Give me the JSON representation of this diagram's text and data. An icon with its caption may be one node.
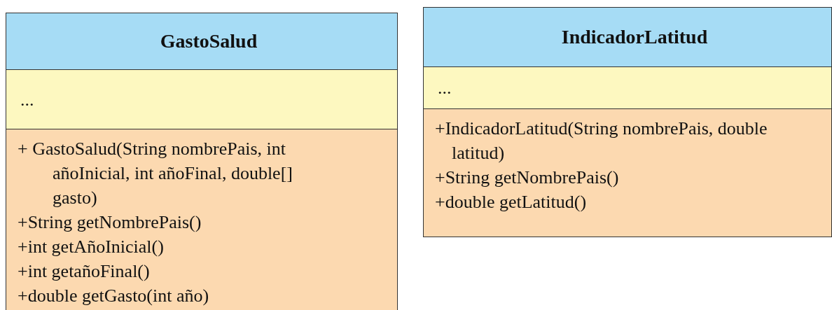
{
  "diagram": {
    "nodes": [
      {
        "text": [],
        "shape": "box"
      },
      {
        "text": [
          "GastoSalud"
        ],
        "in": 0
      },
      {
        "text": [
          "..."
        ],
        "in": 0
      },
      {
        "text": [
          "+ GastoSalud(String nombrePais, int añoInicial, int añoFinal, double[] gasto)",
          "+String getNombrePais()",
          "+int getAñoInicial()",
          "+int getañoFinal()",
          "+double getGasto(int año)"
        ],
        "in": 0
      },
      {
        "text": [],
        "shape": "box"
      },
      {
        "text": [
          "IndicadorLatitud"
        ],
        "in": 4
      },
      {
        "text": [
          "..."
        ],
        "in": 4
      },
      {
        "text": [
          "+IndicadorLatitud(String nombrePais, double latitud)",
          "+String getNombrePais()",
          "+double getLatitud()"
        ],
        "in": 4
      }
    ]
  }
}
